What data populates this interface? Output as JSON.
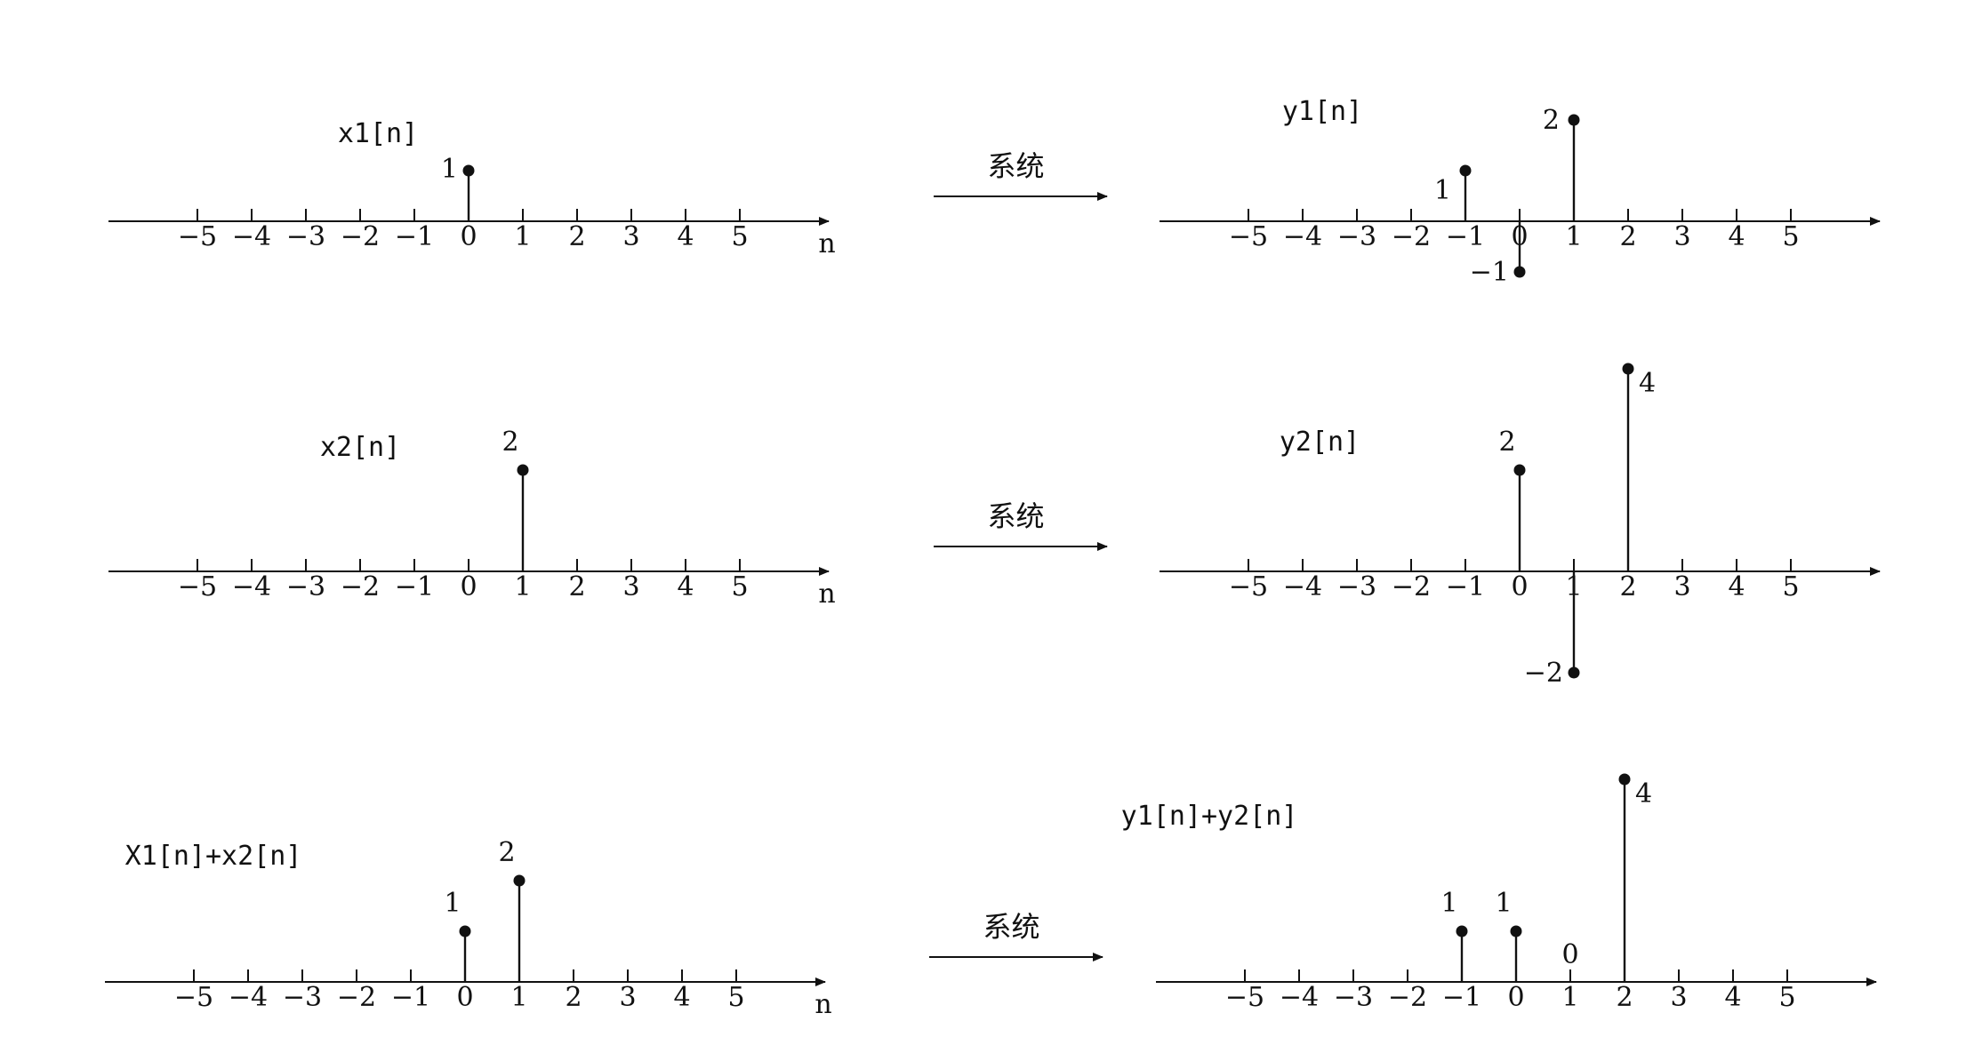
{
  "colors": {
    "ink": "#111111",
    "background": "#ffffff"
  },
  "x_ticks": [
    "−5",
    "−4",
    "−3",
    "−2",
    "−1",
    "0",
    "1",
    "2",
    "3",
    "4",
    "5"
  ],
  "axis_symbol": "n",
  "system_label": "系统",
  "rows": [
    {
      "input": {
        "title": "x1[n]",
        "samples": [
          {
            "n": 0,
            "value": 1,
            "label": "1"
          }
        ]
      },
      "output": {
        "title": "y1[n]",
        "samples": [
          {
            "n": -1,
            "value": 1,
            "label": "1"
          },
          {
            "n": 0,
            "value": -1,
            "label": "−1"
          },
          {
            "n": 1,
            "value": 2,
            "label": "2"
          }
        ]
      }
    },
    {
      "input": {
        "title": "x2[n]",
        "samples": [
          {
            "n": 1,
            "value": 2,
            "label": "2"
          }
        ]
      },
      "output": {
        "title": "y2[n]",
        "samples": [
          {
            "n": 0,
            "value": 2,
            "label": "2"
          },
          {
            "n": 1,
            "value": -2,
            "label": "−2"
          },
          {
            "n": 2,
            "value": 4,
            "label": "4"
          }
        ]
      }
    },
    {
      "input": {
        "title": "X1[n]+x2[n]",
        "samples": [
          {
            "n": 0,
            "value": 1,
            "label": "1"
          },
          {
            "n": 1,
            "value": 2,
            "label": "2"
          }
        ]
      },
      "output": {
        "title": "y1[n]+y2[n]",
        "samples": [
          {
            "n": -1,
            "value": 1,
            "label": "1"
          },
          {
            "n": 0,
            "value": 1,
            "label": "1"
          },
          {
            "n": 1,
            "value": 0,
            "label": "0"
          },
          {
            "n": 2,
            "value": 4,
            "label": "4"
          }
        ]
      }
    }
  ]
}
